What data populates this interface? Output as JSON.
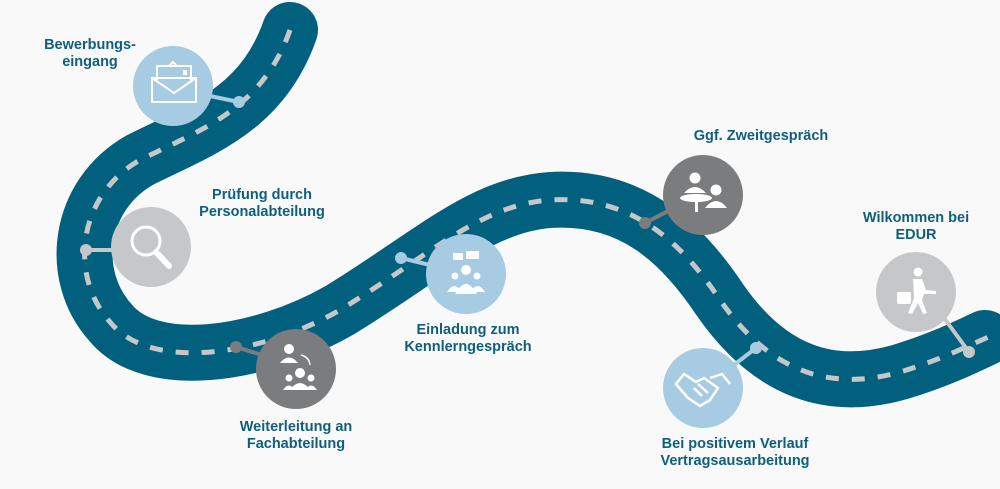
{
  "colors": {
    "road": "#02607f",
    "dash": "#c6c7c9",
    "light_blue": "#a7cbe2",
    "light_gray": "#c6c7c9",
    "dark_gray": "#7b7c7e",
    "text": "#0f5f7c"
  },
  "steps": [
    {
      "lines": [
        "Bewerbungs-",
        "eingang"
      ],
      "icon": "envelope-icon"
    },
    {
      "lines": [
        "Prüfung durch",
        "Personalabteilung"
      ],
      "icon": "magnifier-icon"
    },
    {
      "lines": [
        "Weiterleitung an",
        "Fachabteilung"
      ],
      "icon": "forward-to-team-icon"
    },
    {
      "lines": [
        "Einladung zum",
        "Kennlerngespräch"
      ],
      "icon": "group-chat-icon"
    },
    {
      "lines": [
        "Ggf. Zweitgespräch"
      ],
      "icon": "meeting-icon"
    },
    {
      "lines": [
        "Bei positivem Verlauf",
        "Vertragsausarbeitung"
      ],
      "icon": "handshake-icon"
    },
    {
      "lines": [
        "Wilkommen bei",
        "EDUR"
      ],
      "icon": "walking-person-icon"
    }
  ]
}
